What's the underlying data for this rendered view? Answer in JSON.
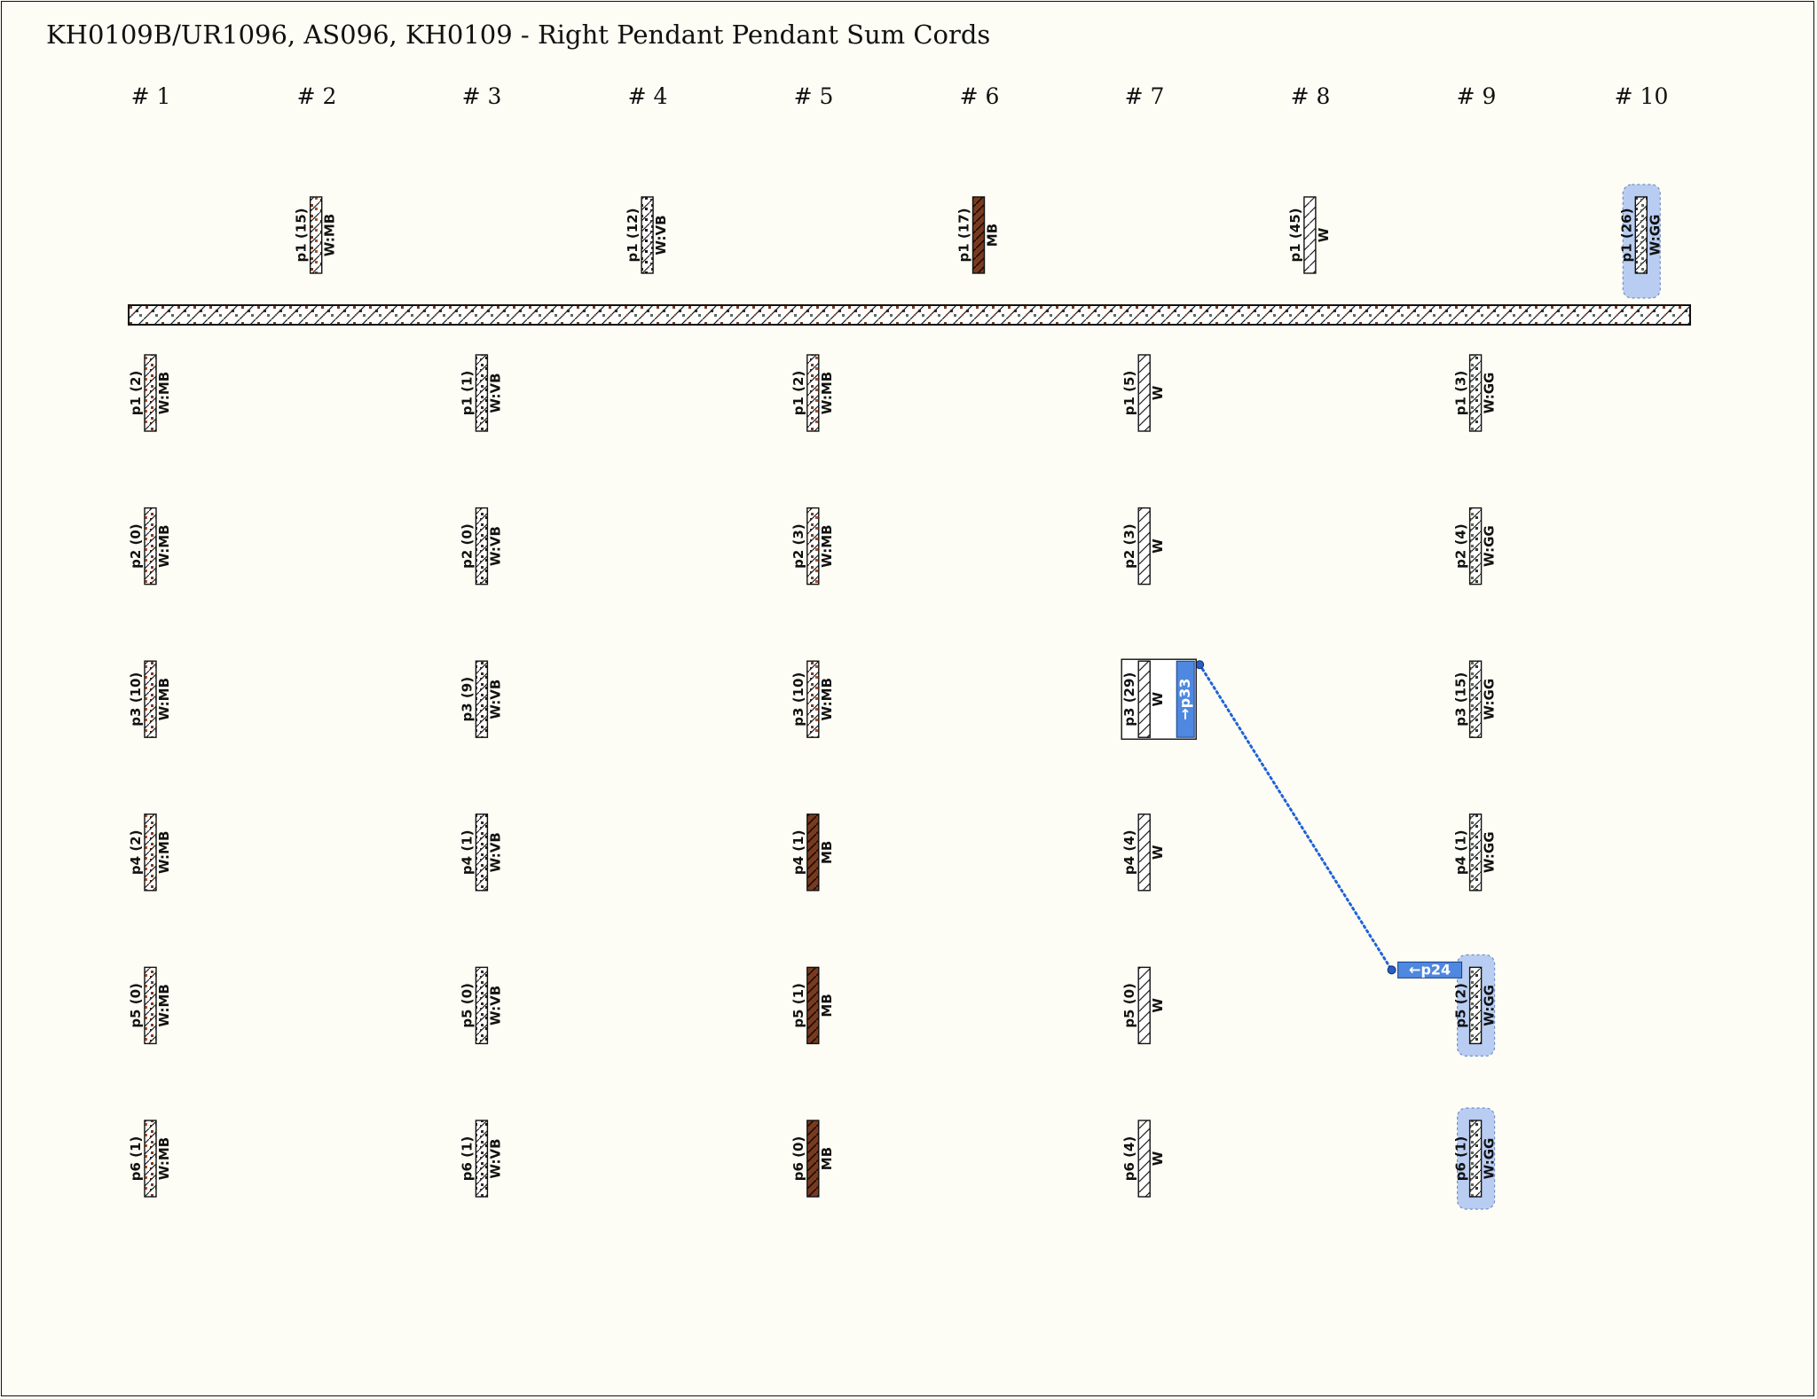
{
  "title": "KH0109B/UR1096, AS096, KH0109 - Right Pendant Pendant Sum Cords",
  "groups": [
    "# 1",
    "# 2",
    "# 3",
    "# 4",
    "# 5",
    "# 6",
    "# 7",
    "# 8",
    "# 9",
    "# 10"
  ],
  "colors": {
    "background": "#fdfdf5",
    "white_cord": "#ffffff",
    "mid_brown": "#7a3a1e",
    "very_brown": "#3a2a22",
    "grey_green": "#5b6a58",
    "highlight": "#b9cdf2",
    "link": "#1f63d9",
    "link_box": "#4e88e0"
  },
  "top_cords": [
    {
      "group": 2,
      "label": "p1 (15)",
      "color": "W:MB"
    },
    {
      "group": 4,
      "label": "p1 (12)",
      "color": "W:VB"
    },
    {
      "group": 6,
      "label": "p1 (17)",
      "color": "MB"
    },
    {
      "group": 8,
      "label": "p1 (45)",
      "color": "W"
    },
    {
      "group": 10,
      "label": "p1 (26)",
      "color": "W:GG",
      "highlighted": true
    }
  ],
  "pendants": [
    {
      "group": 1,
      "cords": [
        {
          "label": "p1 (2)",
          "color": "W:MB"
        },
        {
          "label": "p2 (0)",
          "color": "W:MB"
        },
        {
          "label": "p3 (10)",
          "color": "W:MB"
        },
        {
          "label": "p4 (2)",
          "color": "W:MB"
        },
        {
          "label": "p5 (0)",
          "color": "W:MB"
        },
        {
          "label": "p6 (1)",
          "color": "W:MB"
        }
      ]
    },
    {
      "group": 3,
      "cords": [
        {
          "label": "p1 (1)",
          "color": "W:VB"
        },
        {
          "label": "p2 (0)",
          "color": "W:VB"
        },
        {
          "label": "p3 (9)",
          "color": "W:VB"
        },
        {
          "label": "p4 (1)",
          "color": "W:VB"
        },
        {
          "label": "p5 (0)",
          "color": "W:VB"
        },
        {
          "label": "p6 (1)",
          "color": "W:VB"
        }
      ]
    },
    {
      "group": 5,
      "cords": [
        {
          "label": "p1 (2)",
          "color": "W:MB"
        },
        {
          "label": "p2 (3)",
          "color": "W:MB"
        },
        {
          "label": "p3 (10)",
          "color": "W:MB"
        },
        {
          "label": "p4 (1)",
          "color": "MB"
        },
        {
          "label": "p5 (1)",
          "color": "MB"
        },
        {
          "label": "p6 (0)",
          "color": "MB"
        }
      ]
    },
    {
      "group": 7,
      "cords": [
        {
          "label": "p1 (5)",
          "color": "W"
        },
        {
          "label": "p2 (3)",
          "color": "W"
        },
        {
          "label": "p3 (29)",
          "color": "W",
          "boxed": true,
          "link_label": "→p33"
        },
        {
          "label": "p4 (4)",
          "color": "W"
        },
        {
          "label": "p5 (0)",
          "color": "W"
        },
        {
          "label": "p6 (4)",
          "color": "W"
        }
      ]
    },
    {
      "group": 9,
      "cords": [
        {
          "label": "p1 (3)",
          "color": "W:GG"
        },
        {
          "label": "p2 (4)",
          "color": "W:GG"
        },
        {
          "label": "p3 (15)",
          "color": "W:GG"
        },
        {
          "label": "p4 (1)",
          "color": "W:GG"
        },
        {
          "label": "p5 (2)",
          "color": "W:GG",
          "highlighted": true,
          "link_label": "←p24"
        },
        {
          "label": "p6 (1)",
          "color": "W:GG",
          "highlighted": true
        }
      ]
    }
  ]
}
